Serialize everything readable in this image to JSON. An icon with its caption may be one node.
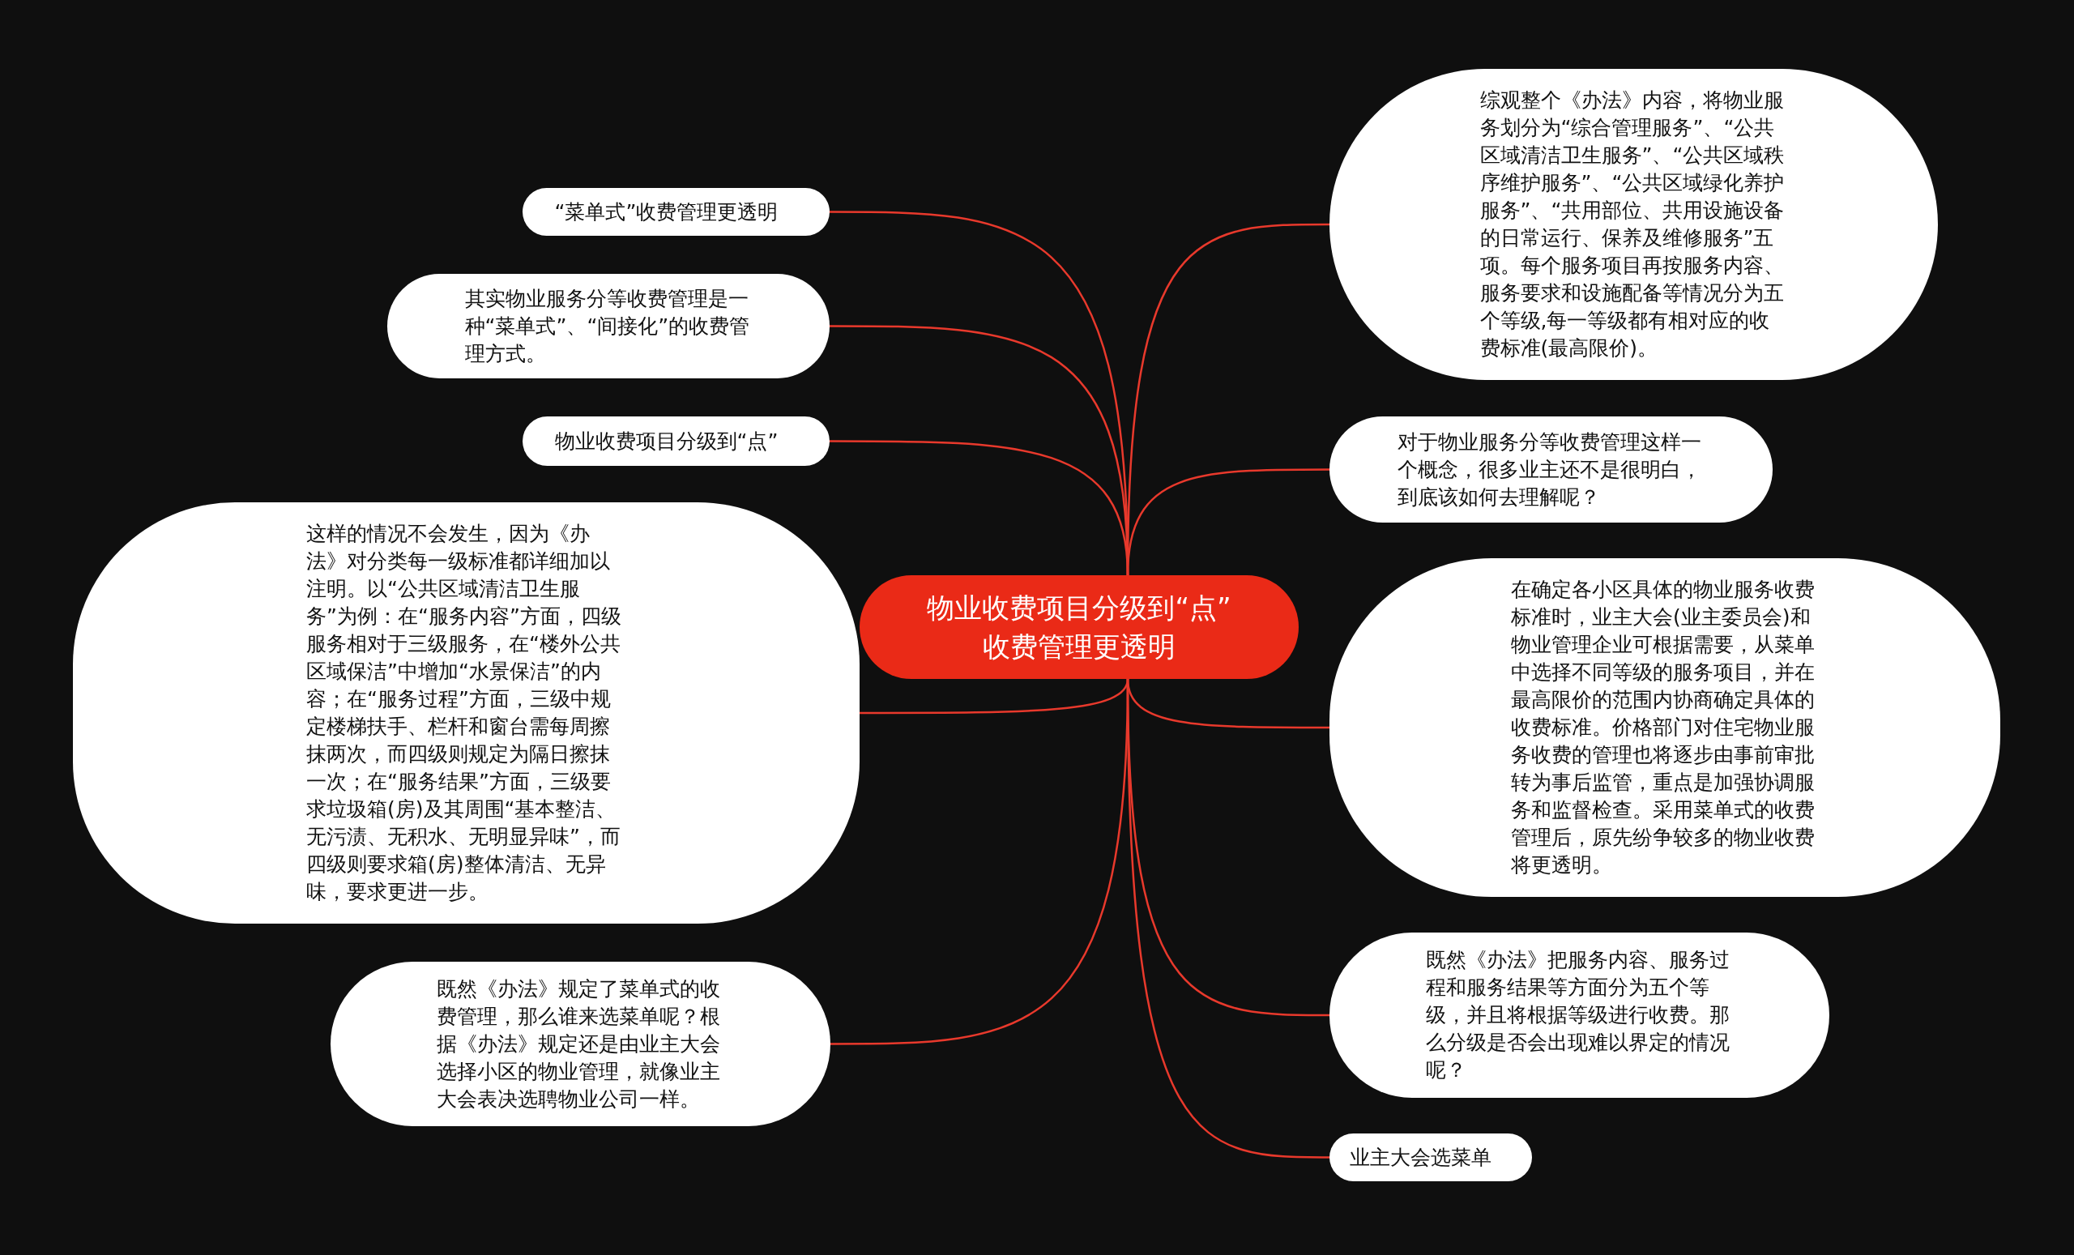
{
  "diagram": {
    "nodes": [
      {
        "text": [
          "物业收费项目分级到“点”　收费管理更透明"
        ]
      },
      {
        "text": [
          "“菜单式”收费管理更透明"
        ]
      },
      {
        "text": [
          "其实物业服务分等收费管理是一种“菜单式”、“间接化”的收费管理方式。"
        ]
      },
      {
        "text": [
          "物业收费项目分级到“点”"
        ]
      },
      {
        "text": [
          "这样的情况不会发生，因为《办法》对分类每一级标准都详细加以注明。以“公共区域清洁卫生服务”为例：在“服务内容”方面，四级服务相对于三级服务，在“楼外公共区域保洁”中增加“水景保洁”的内容；在“服务过程”方面，三级中规定楼梯扶手、栏杆和窗台需每周擦抹两次，而四级则规定为隔日擦抹一次；在“服务结果”方面，三级要求垃圾箱(房)及其周围“基本整洁、无污渍、无积水、无明显异味”，而四级则要求箱(房)整体清洁、无异味，要求更进一步。"
        ]
      },
      {
        "text": [
          "既然《办法》规定了菜单式的收费管理，那么谁来选菜单呢？根据《办法》规定还是由业主大会选择小区的物业管理，就像业主大会表决选聘物业公司一样。"
        ]
      },
      {
        "text": [
          "综观整个《办法》内容，将物业服务划分为“综合管理服务”、“公共区域清洁卫生服务”、“公共区域秩序维护服务”、“公共区域绿化养护服务”、“共用部位、共用设施设备的日常运行、保养及维修服务”五项。每个服务项目再按服务内容、服务要求和设施配备等情况分为五个等级,每一等级都有相对应的收费标准(最高限价)。"
        ]
      },
      {
        "text": [
          "对于物业服务分等收费管理这样一个概念，很多业主还不是很明白，到底该如何去理解呢？"
        ]
      },
      {
        "text": [
          "在确定各小区具体的物业服务收费标准时，业主大会(业主委员会)和物业管理企业可根据需要，从菜单中选择不同等级的服务项目，并在最高限价的范围内协商确定具体的收费标准。价格部门对住宅物业服务收费的管理也将逐步由事前审批转为事后监管，重点是加强协调服务和监督检查。采用菜单式的收费管理后，原先纷争较多的物业收费将更透明。"
        ]
      },
      {
        "text": [
          "既然《办法》把服务内容、服务过程和服务结果等方面分为五个等级，并且将根据等级进行收费。那么分级是否会出现难以界定的情况呢？"
        ]
      },
      {
        "text": [
          "业主大会选菜单"
        ]
      }
    ],
    "edges": [
      {
        "from": 0,
        "to": 1,
        "arrow": "none"
      },
      {
        "from": 0,
        "to": 2,
        "arrow": "none"
      },
      {
        "from": 0,
        "to": 3,
        "arrow": "none"
      },
      {
        "from": 0,
        "to": 4,
        "arrow": "none"
      },
      {
        "from": 0,
        "to": 5,
        "arrow": "none"
      },
      {
        "from": 0,
        "to": 6,
        "arrow": "none"
      },
      {
        "from": 0,
        "to": 7,
        "arrow": "none"
      },
      {
        "from": 0,
        "to": 8,
        "arrow": "none"
      },
      {
        "from": 0,
        "to": 9,
        "arrow": "none"
      },
      {
        "from": 0,
        "to": 10,
        "arrow": "none"
      }
    ]
  }
}
